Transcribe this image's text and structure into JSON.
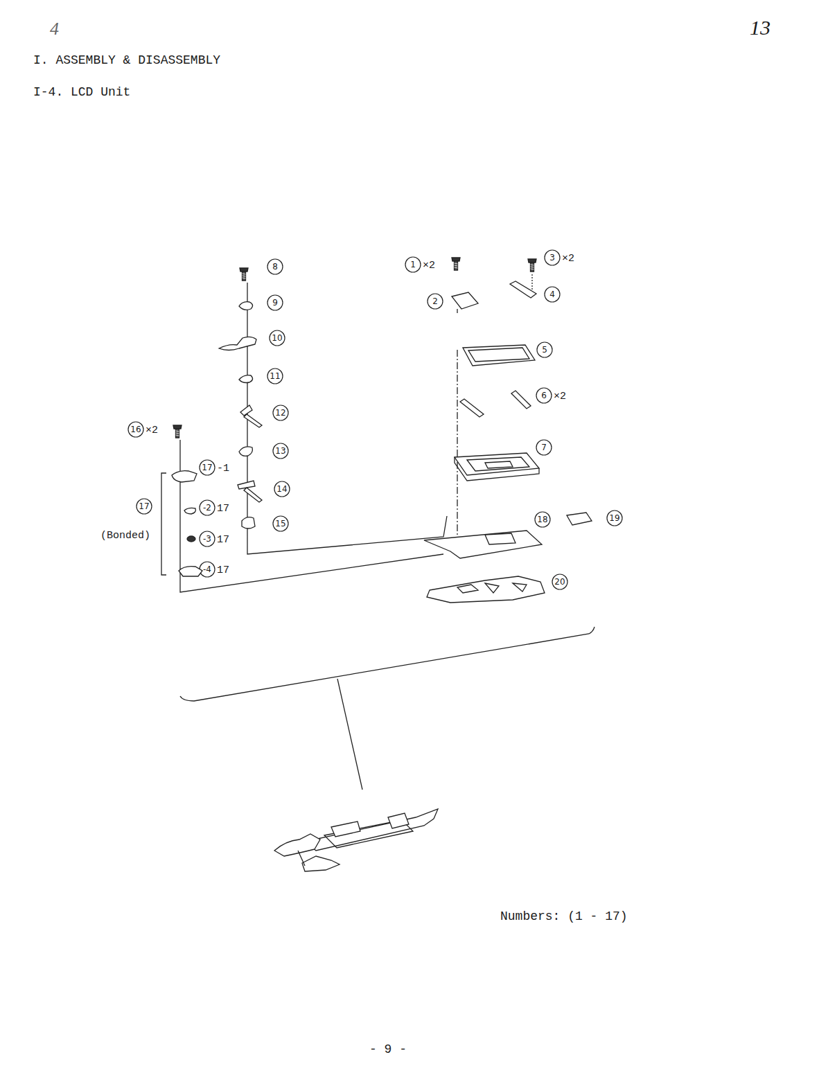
{
  "diagram": {
    "title": "I. ASSEMBLY & DISASSEMBLY",
    "labels": [
      "4",
      "13",
      "I-4. LCD Unit",
      "8",
      "9",
      "10",
      "11",
      "12",
      "13",
      "14",
      "15",
      "1",
      "×2",
      "3",
      "×2",
      "2",
      "4",
      "5",
      "6",
      "×2",
      "7",
      "16",
      "×2",
      "17",
      "-1",
      "17",
      "-2",
      "17",
      "-3",
      "17",
      "-4",
      "17",
      "(Bonded)",
      "18",
      "19",
      "20",
      "Numbers: (1 - 17)",
      "- 9 -"
    ]
  }
}
